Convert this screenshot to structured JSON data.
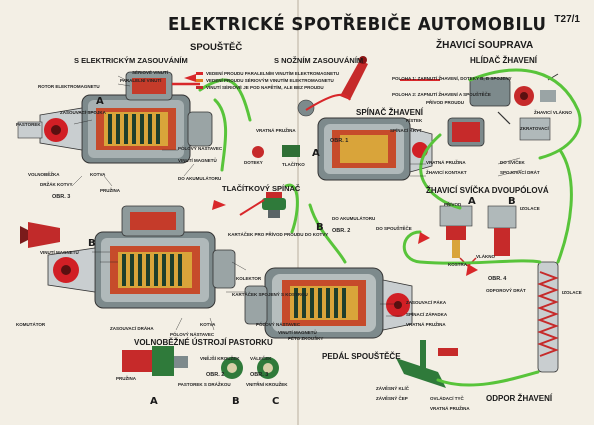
{
  "title": "ELEKTRICKÉ SPOTŘEBIČE AUTOMOBILU",
  "code": "T27/1",
  "sections": {
    "spoustec": "SPOUŠTĚČ",
    "elektricke": "S ELEKTRICKÝM ZASOUVÁNÍM",
    "nozni": "S NOŽNÍM ZASOUVÁNÍM",
    "zhavici": "ŽHAVICÍ SOUPRAVA",
    "hlidac": "HLÍDAČ ŽHAVENÍ",
    "spinac": "SPÍNAČ ŽHAVENÍ",
    "tlacitkovy": "TLAČÍTKOVÝ SPÍNAČ",
    "svicka": "ŽHAVICÍ SVÍČKA DVOUPÓLOVÁ",
    "ustroji": "VOLNOBĚŽNÉ ÚSTROJÍ PASTORKU",
    "pedal": "PEDÁL SPOUŠTĚČE",
    "odpor": "ODPOR ŽHAVENÍ"
  },
  "letters": [
    "A",
    "B",
    "A",
    "B",
    "A",
    "B",
    "A",
    "B",
    "C"
  ],
  "obr": [
    "OBR. 3",
    "OBR. 1",
    "OBR. 2",
    "OBR. 4",
    "OBR. 2",
    "OBR. 3"
  ],
  "legend": [
    {
      "color": "#d8272a",
      "text": "VEDENÍ PROUDU PARALELNÍM VINUTÍM ELEKTROMAGNETU"
    },
    {
      "color": "#e07a1f",
      "text": "VEDENÍ PROUDU SÉRIOVÝM VINUTÍM ELEKTROMAGNETU"
    },
    {
      "color": "#c2272d",
      "text": "VINUTÍ SÉRIOVÉ JE POD NAPĚTÍM, ALE BEZ PROUDU"
    }
  ],
  "labels": {
    "l1": "SÉRIOVÉ VINUTÍ",
    "l2": "PARALELNÍ VINUTÍ",
    "l3": "ROTOR ELEKTROMAGNETU",
    "l4": "ZASOUVACÍ SPOJKA",
    "l5": "PASTOREK",
    "l6": "VOLNOBĚŽKA",
    "l7": "DRŽÁK KOTVY",
    "l8": "PRUŽINA",
    "l9": "PÓLOVÝ NÁSTAVEC",
    "l10": "VINUTÍ MAGNETŮ",
    "l11": "DO AKUMULÁTORU",
    "l12": "KOTVA",
    "l13": "VINUTÍ MAGNETU",
    "l14": "KOMUTÁTOR",
    "l15": "ZASOUVACÍ DRÁHA",
    "l16": "PÓLOVÝ NÁSTAVEC",
    "l17": "KOTVA",
    "l18": "VRATNÁ PRUŽINA",
    "l19": "TLAČÍTKO",
    "l20": "DOTEKY",
    "l21": "KARTÁČEK PRO PŘÍVOD PROUDU DO KOTVY",
    "l22": "KOLEKTOR",
    "l23": "KARTÁČEK SPOJENÝ S KOSTROU",
    "l24": "PÓLOVÝ NÁSTAVEC",
    "l25": "VINUTÍ MAGNETŮ",
    "l26": "ZASOUVACÍ PÁKA",
    "l27": "SPÍNACÍ ZÁPADKA",
    "l28": "VRATNÁ PRUŽINA",
    "l29": "DO AKUMULÁTORU",
    "l30": "PÉTO ZKOUŠKY",
    "l31": "DO SPOUŠTĚČE",
    "l32": "KOSTRA",
    "l33": "VLÁKNO",
    "l34": "IZOLACE",
    "l35": "PŘÍVOD",
    "l36": "ODPOROVÝ DRÁT",
    "l37": "VRATNÁ PRUŽINA",
    "l38": "ŽHAVICÍ KONTAKT",
    "l39": "DO SVÍČEK",
    "l40": "SPOJOVACÍ DRÁT",
    "l41": "ŽHAVICÍ VLÁKNO",
    "l42": "ZKRATOVACÍ",
    "l43": "IZOLACE",
    "l44": "PÍSTEK",
    "l45": "SPÍNACÍ KRYT",
    "l46": "POLOHA 1: ZAPNUTÍ ŽHAVENÍ, DOTEKY B, B SPOJENY",
    "l47": "POLOHA 2: ZAPNUTÍ ŽHAVENÍ A SPOUŠTĚČE",
    "l48": "PŘÍVOD PROUDU",
    "l49": "PRUŽINA",
    "l50": "VNĚJŠÍ KROUŽEK",
    "l51": "VÁLEČEK",
    "l52": "PASTOREK S DRÁŽKOU",
    "l53": "VNITŘNÍ KROUŽEK",
    "l54": "ZÁVĚSNÝ KLÍČ",
    "l55": "ZÁVĚSNÝ ČEP",
    "l56": "OVLÁDACÍ TYČ",
    "l57": "VRATNÁ PRUŽINA"
  }
}
